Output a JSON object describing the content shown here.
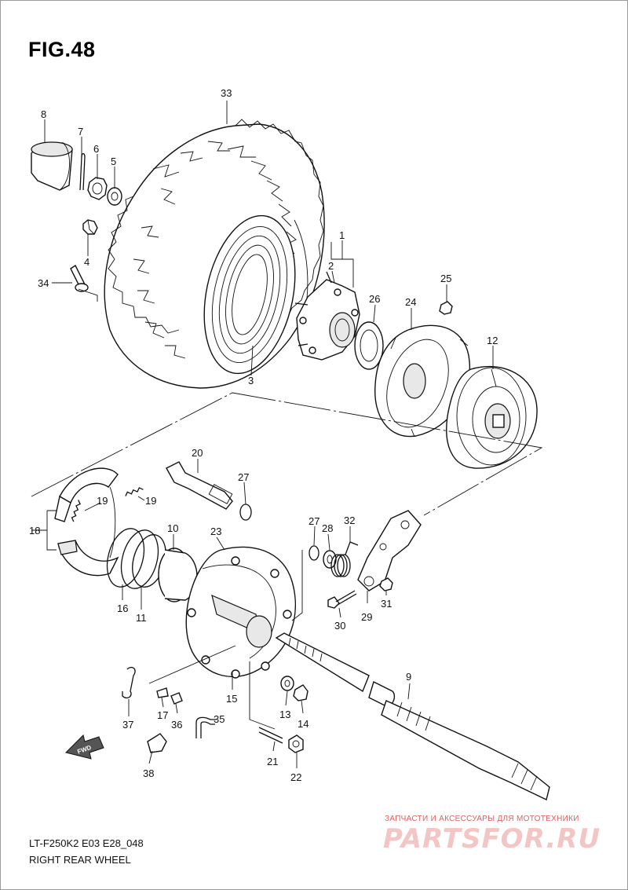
{
  "figure": {
    "title": "FIG.48"
  },
  "footer": {
    "model_code": "LT-F250K2 E03 E28_048",
    "diagram_name": "RIGHT REAR WHEEL"
  },
  "watermark": {
    "caption": "ЗАПЧАСТИ И АКСЕССУАРЫ ДЛЯ МОТОТЕХНИКИ",
    "logo": "PARTSFOR.RU",
    "color": "#e06060"
  },
  "fwd_arrow": {
    "label": "FWD"
  },
  "callouts": [
    {
      "id": "c33",
      "label": "33"
    },
    {
      "id": "c8",
      "label": "8"
    },
    {
      "id": "c7",
      "label": "7"
    },
    {
      "id": "c6",
      "label": "6"
    },
    {
      "id": "c5",
      "label": "5"
    },
    {
      "id": "c4",
      "label": "4"
    },
    {
      "id": "c34",
      "label": "34"
    },
    {
      "id": "c1",
      "label": "1"
    },
    {
      "id": "c2",
      "label": "2"
    },
    {
      "id": "c25",
      "label": "25"
    },
    {
      "id": "c26",
      "label": "26"
    },
    {
      "id": "c24",
      "label": "24"
    },
    {
      "id": "c12",
      "label": "12"
    },
    {
      "id": "c3",
      "label": "3"
    },
    {
      "id": "c20",
      "label": "20"
    },
    {
      "id": "c27a",
      "label": "27"
    },
    {
      "id": "c19a",
      "label": "19"
    },
    {
      "id": "c19b",
      "label": "19"
    },
    {
      "id": "c18",
      "label": "18"
    },
    {
      "id": "c10",
      "label": "10"
    },
    {
      "id": "c23",
      "label": "23"
    },
    {
      "id": "c27b",
      "label": "27"
    },
    {
      "id": "c28",
      "label": "28"
    },
    {
      "id": "c32",
      "label": "32"
    },
    {
      "id": "c16",
      "label": "16"
    },
    {
      "id": "c11",
      "label": "11"
    },
    {
      "id": "c31",
      "label": "31"
    },
    {
      "id": "c29",
      "label": "29"
    },
    {
      "id": "c30",
      "label": "30"
    },
    {
      "id": "c9",
      "label": "9"
    },
    {
      "id": "c37",
      "label": "37"
    },
    {
      "id": "c17",
      "label": "17"
    },
    {
      "id": "c36",
      "label": "36"
    },
    {
      "id": "c35",
      "label": "35"
    },
    {
      "id": "c15",
      "label": "15"
    },
    {
      "id": "c13",
      "label": "13"
    },
    {
      "id": "c14",
      "label": "14"
    },
    {
      "id": "c21",
      "label": "21"
    },
    {
      "id": "c22",
      "label": "22"
    },
    {
      "id": "c38",
      "label": "38"
    }
  ]
}
